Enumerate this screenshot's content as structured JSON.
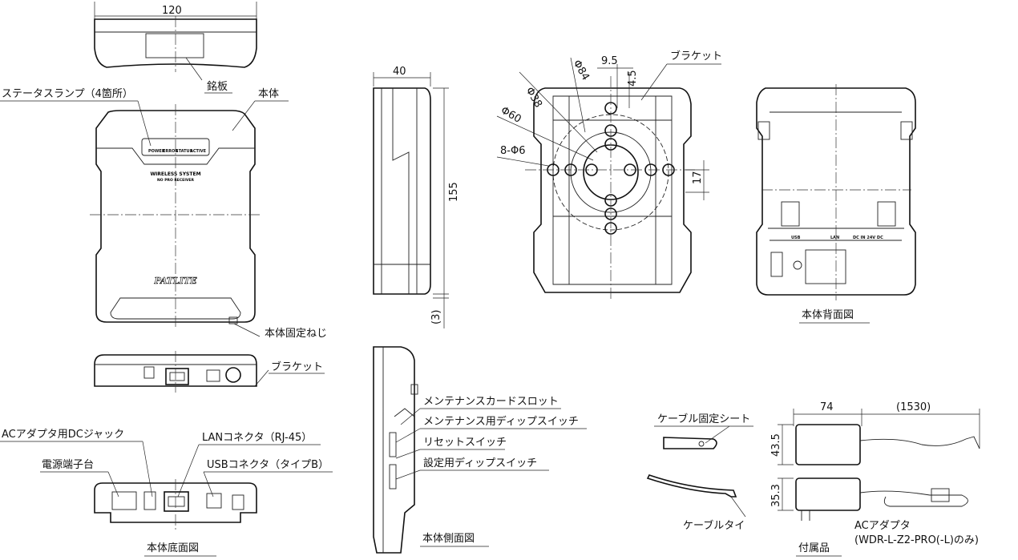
{
  "front_view": {
    "width_dim": "120",
    "nameplate": "銘板",
    "status_lamp": "ステータスランプ（4箇所）",
    "body": "本体",
    "lamps": [
      "POWER",
      "ERROR",
      "STATUS",
      "ACTIVE"
    ],
    "product_line1": "WIRELESS SYSTEM",
    "product_line2": "NO PRO RECEIVER",
    "logo": "PATLITE",
    "fixing_screw": "本体固定ねじ"
  },
  "top_view": {
    "bracket": "ブラケット"
  },
  "bottom_view": {
    "dc_jack": "ACアダプタ用DCジャック",
    "lan": "LANコネクタ（RJ-45）",
    "power_terminal": "電源端子台",
    "usb": "USBコネクタ（タイプB）",
    "title": "本体底面図"
  },
  "side_view": {
    "depth_dim": "40",
    "height_dim": "155",
    "offset_dim": "(3)",
    "card_slot": "メンテナンスカードスロット",
    "maint_dip": "メンテナンス用ディップスイッチ",
    "reset": "リセットスイッチ",
    "setting_dip": "設定用ディップスイッチ",
    "title": "本体側面図"
  },
  "bracket_view": {
    "label": "ブラケット",
    "dims": {
      "d1": "9.5",
      "d2": "4.5",
      "phi38": "Φ38",
      "phi84": "Φ84",
      "phi60": "Φ60",
      "holes": "8-Φ6",
      "d3": "17"
    }
  },
  "back_view": {
    "title": "本体背面図",
    "usb": "USB",
    "lan": "LAN",
    "dc": "DC IN 24V DC"
  },
  "accessories": {
    "cable_sheet": "ケーブル固定シート",
    "cable_tie": "ケーブルタイ",
    "adapter_width": "74",
    "cable_length": "(1530)",
    "adapter_h1": "43.5",
    "adapter_h2": "35.3",
    "adapter": "ACアダプタ",
    "adapter_note": "(WDR-L-Z2-PRO(-L)のみ)",
    "title": "付属品"
  }
}
